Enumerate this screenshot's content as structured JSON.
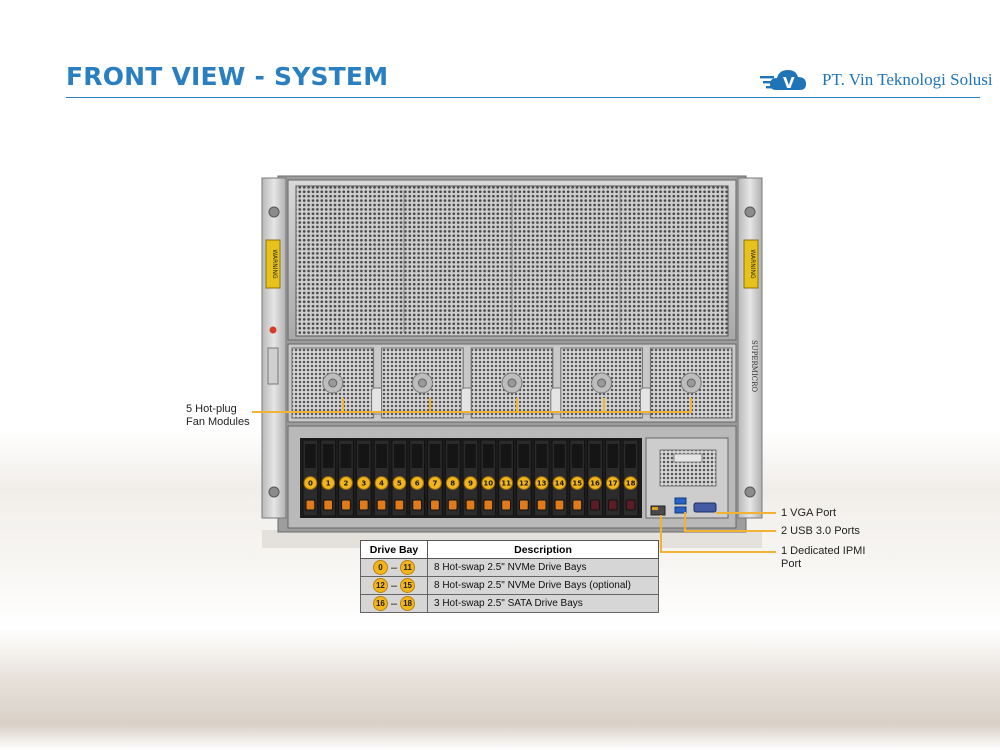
{
  "header": {
    "title": "FRONT VIEW - SYSTEM",
    "company": "PT. Vin Teknologi Solusi",
    "logo_letter": "V"
  },
  "colors": {
    "title": "#2a7fc0",
    "accent": "#f2b233",
    "drive_badge": "#f3b51c",
    "company": "#1f74b8"
  },
  "chassis": {
    "side_label": "WARNING",
    "brand": "SUPERMICRO",
    "fan_count": 5,
    "drive_numbers": [
      "0",
      "1",
      "2",
      "3",
      "4",
      "5",
      "6",
      "7",
      "8",
      "9",
      "10",
      "11",
      "12",
      "13",
      "14",
      "15",
      "16",
      "17",
      "18"
    ]
  },
  "callouts": {
    "fan": {
      "line1": "5 Hot-plug",
      "line2": "Fan Modules"
    },
    "vga": "1 VGA Port",
    "usb": "2 USB 3.0 Ports",
    "ipmi": {
      "line1": "1 Dedicated IPMI",
      "line2": "Port"
    }
  },
  "table": {
    "headers": [
      "Drive Bay",
      "Description"
    ],
    "rows": [
      {
        "from": "0",
        "to": "11",
        "description": "8 Hot-swap 2.5\" NVMe Drive Bays"
      },
      {
        "from": "12",
        "to": "15",
        "description": "8 Hot-swap 2.5\" NVMe Drive Bays (optional)"
      },
      {
        "from": "16",
        "to": "18",
        "description": "3 Hot-swap 2.5\" SATA Drive Bays"
      }
    ]
  }
}
